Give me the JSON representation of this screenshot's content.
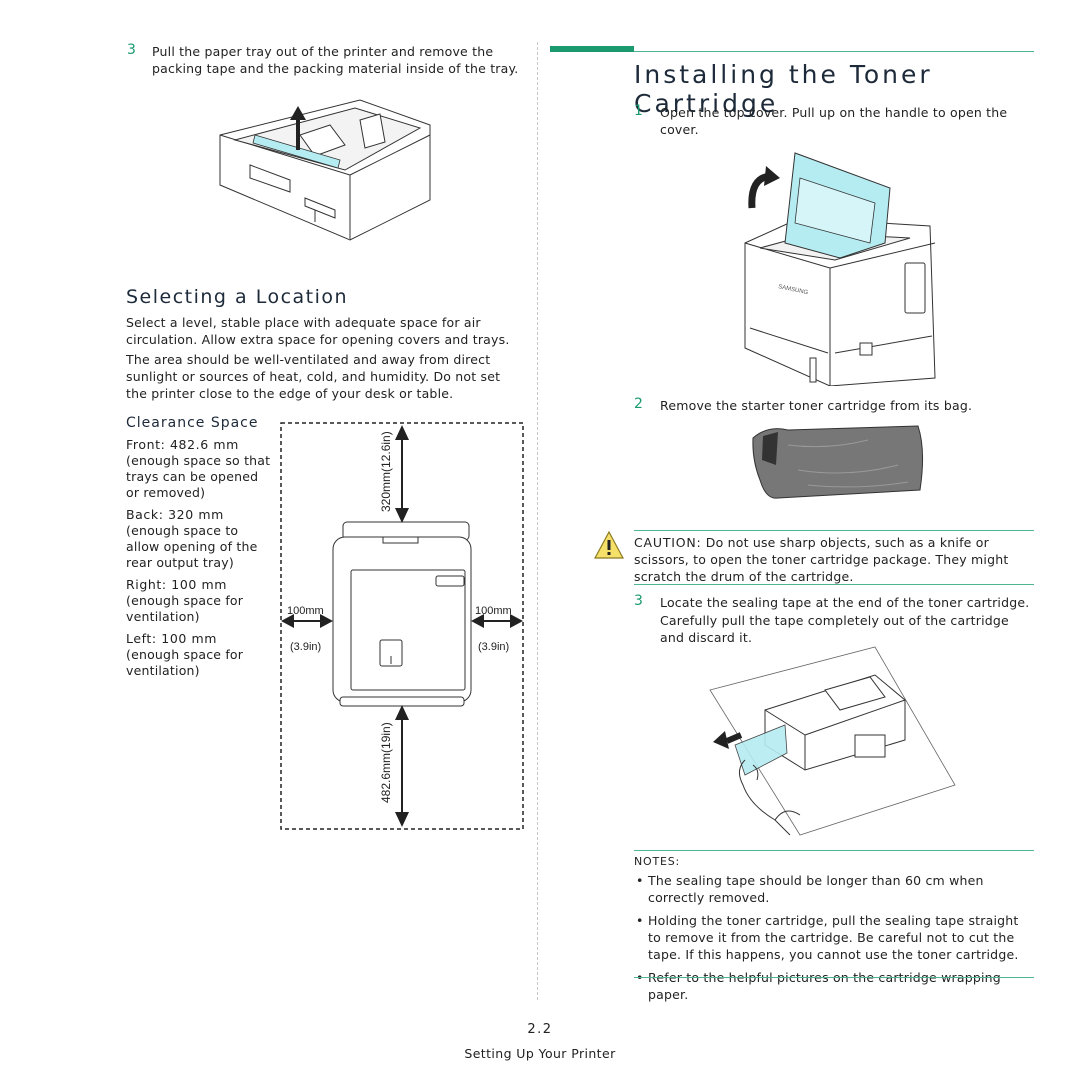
{
  "left": {
    "step3": {
      "num": "3",
      "text": "Pull the paper tray out of the printer and remove the packing tape and the packing material inside of the tray."
    },
    "selecting_location": {
      "title": "Selecting a Location",
      "para1": "Select a level, stable place with adequate space for air circulation. Allow extra space for opening covers and trays.",
      "para2": "The area should be well-ventilated and away from direct sunlight or sources of heat, cold, and humidity. Do not set the printer close to the edge of your desk or table."
    },
    "clearance": {
      "title": "Clearance Space",
      "items": [
        {
          "label": "Front: 482.6 mm",
          "desc": "(enough space so that trays can be opened or removed)"
        },
        {
          "label": "Back: 320 mm",
          "desc": "(enough space to allow opening of the rear output tray)"
        },
        {
          "label": "Right: 100 mm",
          "desc": "(enough space for ventilation)"
        },
        {
          "label": "Left: 100 mm",
          "desc": "(enough space for ventilation)"
        }
      ],
      "diagram": {
        "top": "320mm(12.6in)",
        "bottom": "482.6mm(19in)",
        "left_mm": "100mm",
        "left_in": "(3.9in)",
        "right_mm": "100mm",
        "right_in": "(3.9in)"
      }
    }
  },
  "right": {
    "title": "Installing the Toner Cartridge",
    "step1": {
      "num": "1",
      "text": "Open the top cover. Pull up on the handle to open the cover."
    },
    "step2": {
      "num": "2",
      "text": "Remove the starter toner cartridge from its bag."
    },
    "caution": {
      "label": "CAUTION:",
      "text": "Do not use sharp objects, such as a knife or scissors, to open the toner cartridge package. They might scratch the drum of the cartridge."
    },
    "step3": {
      "num": "3",
      "text1": "Locate the sealing tape at the end of the toner cartridge.",
      "text2": "Carefully pull the tape completely out of the cartridge and discard it."
    },
    "printer_brand": "SAMSUNG",
    "notes": {
      "label": "NOTES:",
      "items": [
        "The sealing tape should be longer than 60 cm when correctly removed.",
        "Holding the toner cartridge, pull the sealing tape straight to remove it from the cartridge. Be careful not to cut the tape. If this happens, you cannot use the toner cartridge.",
        "Refer to the helpful pictures on the cartridge wrapping paper."
      ]
    }
  },
  "footer": {
    "page_number": "2.2",
    "chapter": "Setting Up Your Printer"
  },
  "colors": {
    "accent": "#1a9a6e",
    "rule": "#4fb58e",
    "highlight": "#b5ecf2"
  }
}
